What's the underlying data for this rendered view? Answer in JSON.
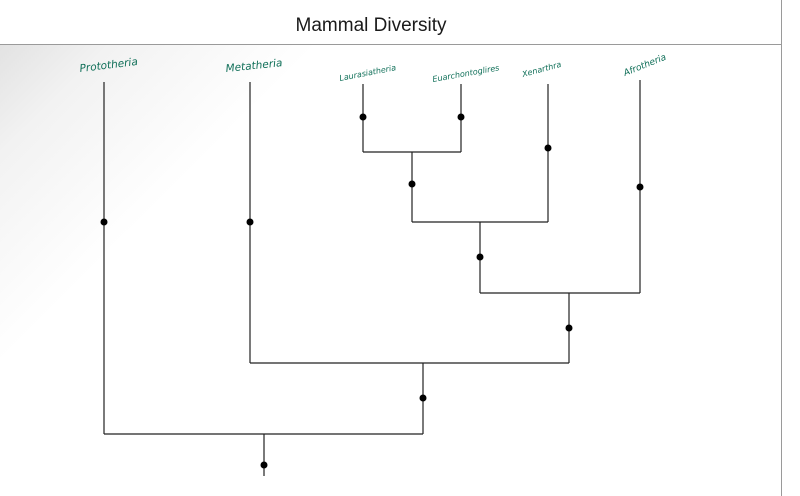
{
  "header": {
    "title": "Mammal Diversity"
  },
  "taxa": {
    "prototheria": "Prototheria",
    "metatheria": "Metatheria",
    "laurasiatheria": "Laurasiatheria",
    "euarchontoglires": "Euarchontoglires",
    "xenarthra": "Xenarthra",
    "afrotheria": "Afrotheria"
  },
  "colors": {
    "taxon_label": "#0f6f58",
    "branch": "#222222",
    "node": "#000000"
  }
}
